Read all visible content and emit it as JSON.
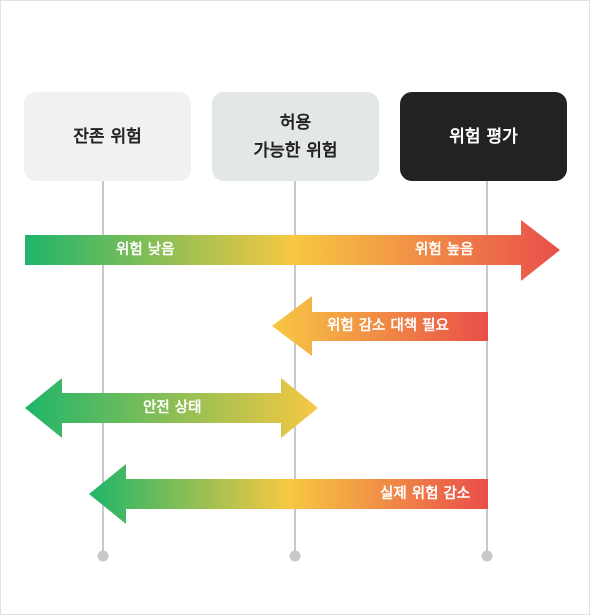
{
  "columns": [
    {
      "label_lines": [
        "잔존 위험"
      ]
    },
    {
      "label_lines": [
        "허용",
        "가능한 위험"
      ]
    },
    {
      "label_lines": [
        "위험 평가"
      ]
    }
  ],
  "arrows": {
    "risk_scale": {
      "left_label": "위험 낮음",
      "right_label": "위험 높음"
    },
    "risk_reduction_needed": {
      "label": "위험 감소 대책 필요"
    },
    "safe_state": {
      "label": "안전 상태"
    },
    "actual_risk_reduction": {
      "label": "실제 위험 감소"
    }
  },
  "colors": {
    "green": "#1fb56a",
    "yellow": "#f7c842",
    "red": "#e94e4a",
    "line": "#c8c8c8",
    "dark_box": "#222222"
  }
}
